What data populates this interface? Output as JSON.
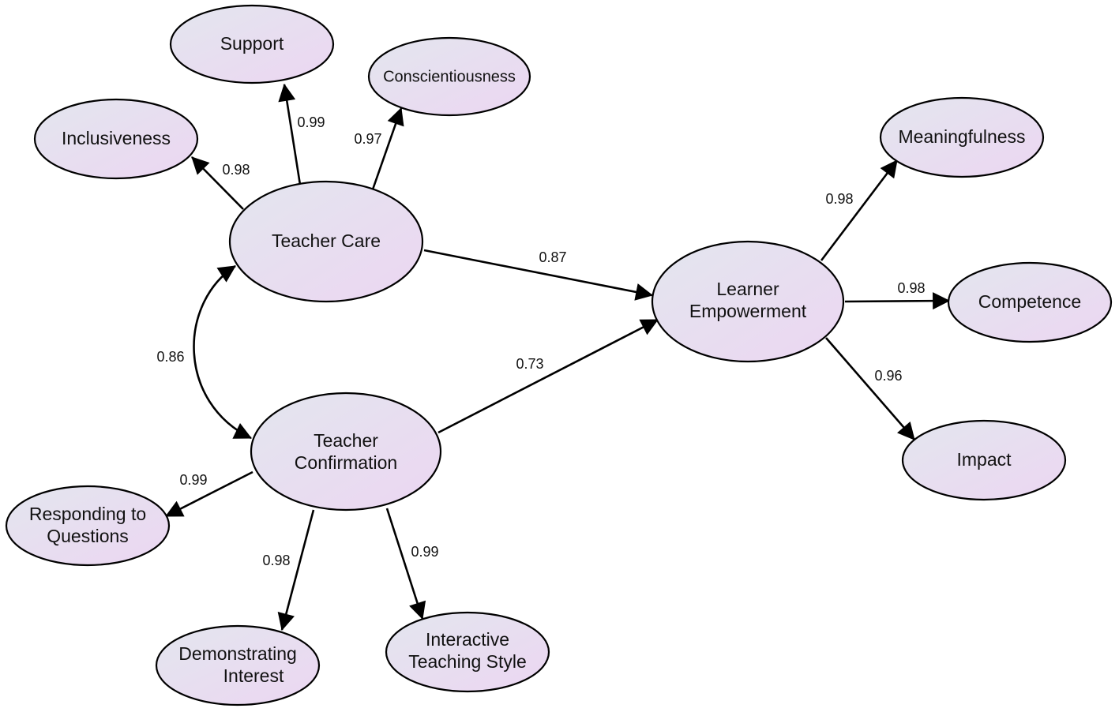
{
  "nodes": {
    "support": {
      "lines": [
        "Support"
      ]
    },
    "conscientiousness": {
      "lines": [
        "Conscientiousness"
      ]
    },
    "inclusiveness": {
      "lines": [
        "Inclusiveness"
      ]
    },
    "teacher_care": {
      "lines": [
        "Teacher Care"
      ]
    },
    "teacher_confirmation": {
      "lines": [
        "Teacher",
        "Confirmation"
      ]
    },
    "learner_empowerment": {
      "lines": [
        "Learner",
        "Empowerment"
      ]
    },
    "meaningfulness": {
      "lines": [
        "Meaningfulness"
      ]
    },
    "competence": {
      "lines": [
        "Competence"
      ]
    },
    "impact": {
      "lines": [
        "Impact"
      ]
    },
    "responding_to_questions": {
      "lines": [
        "Responding to",
        "Questions"
      ]
    },
    "demonstrating_interest": {
      "lines": [
        "Demonstrating",
        "Interest"
      ]
    },
    "interactive_teaching_style": {
      "lines": [
        "Interactive",
        "Teaching Style"
      ]
    }
  },
  "edges": [
    {
      "id": "care_support",
      "from": "teacher_care",
      "to": "support",
      "label": "0.99"
    },
    {
      "id": "care_conscientiousness",
      "from": "teacher_care",
      "to": "conscientiousness",
      "label": "0.97"
    },
    {
      "id": "care_inclusiveness",
      "from": "teacher_care",
      "to": "inclusiveness",
      "label": "0.98"
    },
    {
      "id": "care_empowerment",
      "from": "teacher_care",
      "to": "learner_empowerment",
      "label": "0.87"
    },
    {
      "id": "care_confirmation_covariance",
      "from": "teacher_care",
      "to": "teacher_confirmation",
      "label": "0.86",
      "bidirectional": true
    },
    {
      "id": "confirmation_empowerment",
      "from": "teacher_confirmation",
      "to": "learner_empowerment",
      "label": "0.73"
    },
    {
      "id": "confirmation_responding",
      "from": "teacher_confirmation",
      "to": "responding_to_questions",
      "label": "0.99"
    },
    {
      "id": "confirmation_demonstrating",
      "from": "teacher_confirmation",
      "to": "demonstrating_interest",
      "label": "0.98"
    },
    {
      "id": "confirmation_interactive",
      "from": "teacher_confirmation",
      "to": "interactive_teaching_style",
      "label": "0.99"
    },
    {
      "id": "empowerment_meaningfulness",
      "from": "learner_empowerment",
      "to": "meaningfulness",
      "label": "0.98"
    },
    {
      "id": "empowerment_competence",
      "from": "learner_empowerment",
      "to": "competence",
      "label": "0.98"
    },
    {
      "id": "empowerment_impact",
      "from": "learner_empowerment",
      "to": "impact",
      "label": "0.96"
    }
  ],
  "colors": {
    "node_fill_start": "#e3e6ee",
    "node_fill_end": "#ecd6f2",
    "stroke": "#000000"
  }
}
